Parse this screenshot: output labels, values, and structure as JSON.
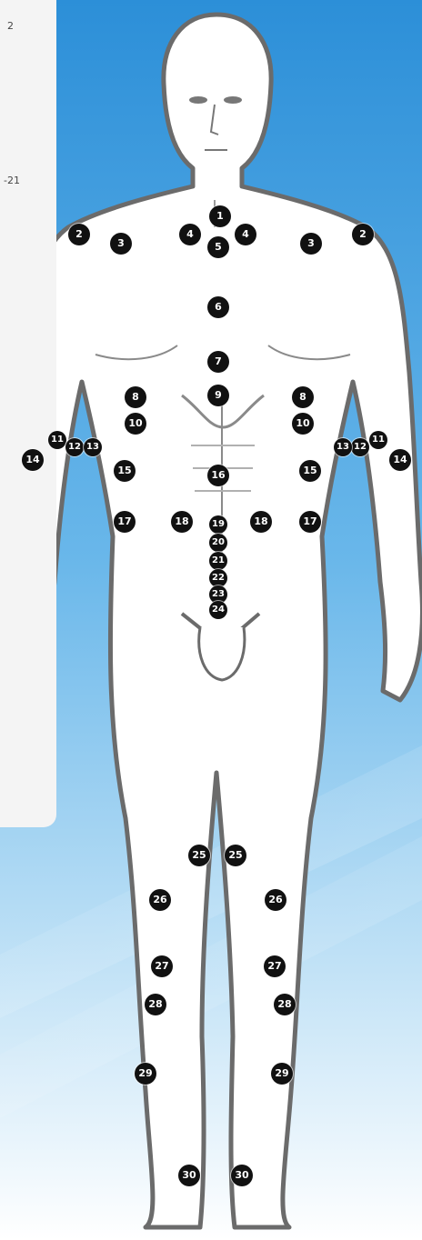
{
  "panel": {
    "text_1": "2",
    "text_2": "-21"
  },
  "colors": {
    "sky_top": "#2c8fd8",
    "sky_bottom": "#d8eefb",
    "body_fill": "#ffffff",
    "outline": "#6b6b6b",
    "marker": "#111111"
  },
  "labels": [
    "1",
    "2",
    "2",
    "3",
    "3",
    "4",
    "4",
    "5",
    "6",
    "7",
    "8",
    "8",
    "9",
    "10",
    "10",
    "11",
    "11",
    "12",
    "12",
    "13",
    "13",
    "14",
    "14",
    "15",
    "15",
    "16",
    "17",
    "17",
    "18",
    "18",
    "19",
    "20",
    "21",
    "22",
    "23",
    "24",
    "25",
    "25",
    "26",
    "26",
    "27",
    "27",
    "28",
    "28",
    "29",
    "29",
    "30",
    "30"
  ]
}
